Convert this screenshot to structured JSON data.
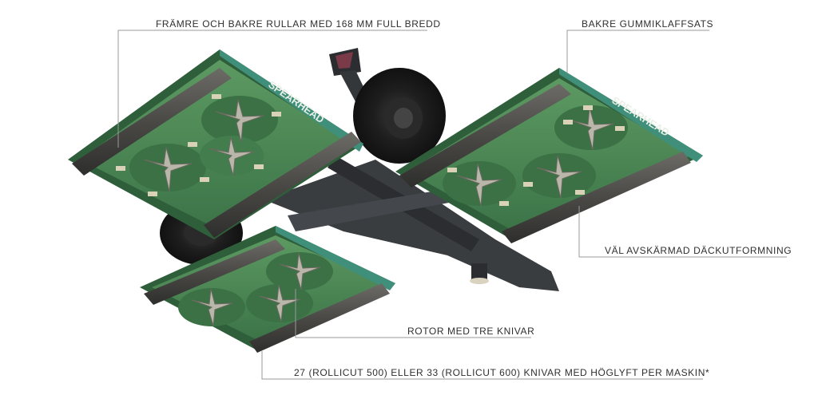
{
  "callouts": {
    "front_rear_rollers": "FRÄMRE OCH BAKRE RULLAR MED 168 MM FULL BREDD",
    "rear_rubber_flaps": "BAKRE GUMMIKLAFFSATS",
    "tyre_design": "VÄL AVSKÄRMAD DÄCKUTFORMNING",
    "three_blade_rotor": "ROTOR MED TRE KNIVAR",
    "blade_count": "27 (ROLLICUT 500) ELLER 33 (ROLLICUT 600) KNIVAR MED HÖGLYFT PER MASKIN*"
  },
  "brand": {
    "left_deck": "SPEARHEAD",
    "right_deck": "SPEARHEAD"
  },
  "colors": {
    "deck_green": "#4f8a55",
    "deck_green_dark": "#2f5e3a",
    "deck_teal_edge": "#3f8f7a",
    "roller_grey": "#5a5a55",
    "tyre_black": "#1d1d1d",
    "frame_grey": "#3a3d40",
    "blade_beige": "#c9c2a7",
    "accent_orange": "#e08a2c",
    "leader_line": "#9a9a9a"
  }
}
